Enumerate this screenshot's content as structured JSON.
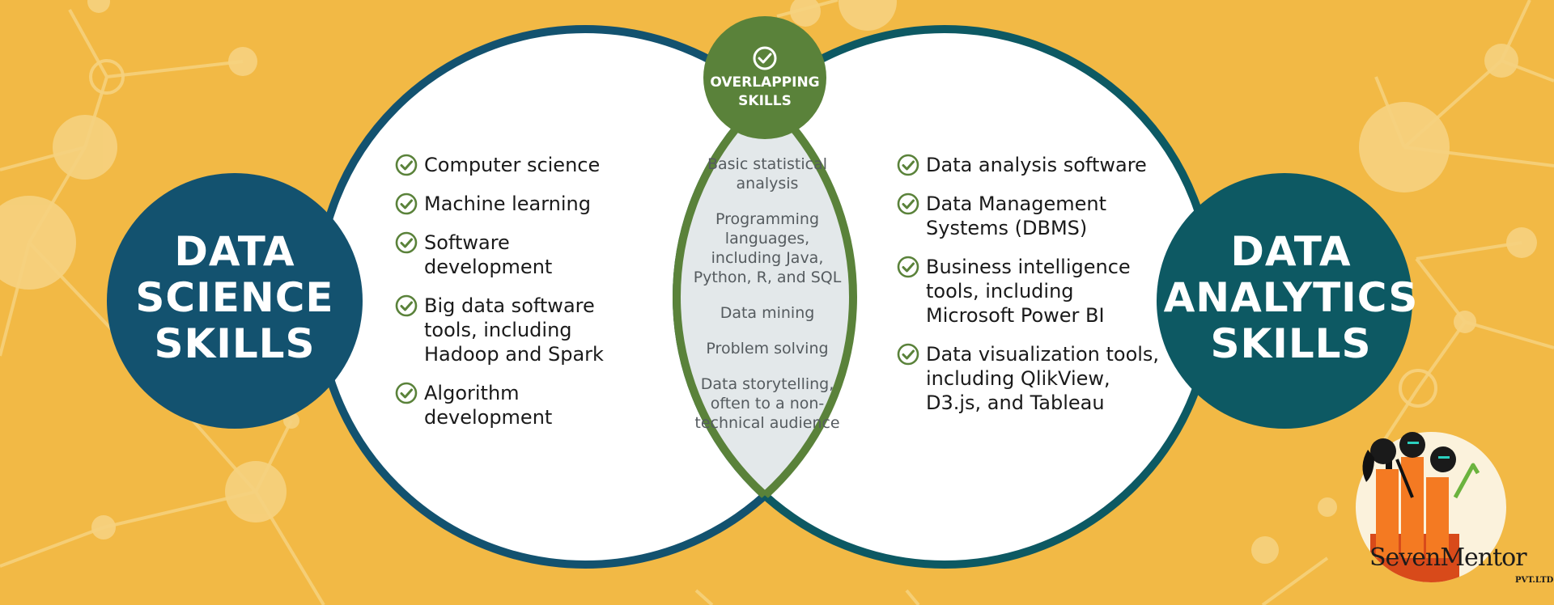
{
  "colors": {
    "background": "#f2b945",
    "data_science_circle": "#13526f",
    "data_analytics_circle": "#0d5963",
    "overlap_accent": "#5a823a",
    "overlap_fill": "#e3e8ea",
    "check": "#5a823a"
  },
  "data_science": {
    "title_line1": "DATA",
    "title_line2": "SCIENCE",
    "title_line3": "SKILLS",
    "items": [
      {
        "text": "Computer science",
        "icon": "check-circle-icon"
      },
      {
        "text": "Machine learning",
        "icon": "check-circle-icon"
      },
      {
        "text": "Software development",
        "icon": "check-circle-icon"
      },
      {
        "text": "Big data software tools, including Hadoop and Spark",
        "icon": "check-circle-icon"
      },
      {
        "text": "Algorithm development",
        "icon": "check-circle-icon"
      }
    ]
  },
  "overlap": {
    "title_line1": "OVERLAPPING",
    "title_line2": "SKILLS",
    "icon": "check-circle-icon",
    "items": [
      "Basic statistical analysis",
      "Programming languages, including Java, Python, R, and SQL",
      "Data mining",
      "Problem solving",
      "Data storytelling, often to a non-technical audience"
    ]
  },
  "data_analytics": {
    "title_line1": "DATA",
    "title_line2": "ANALYTICS",
    "title_line3": "SKILLS",
    "items": [
      {
        "text": "Data analysis software",
        "icon": "check-circle-icon"
      },
      {
        "text": "Data Management Systems (DBMS)",
        "icon": "check-circle-icon"
      },
      {
        "text": "Business intelligence tools, including Microsoft Power BI",
        "icon": "check-circle-icon"
      },
      {
        "text": "Data visualization tools, including QlikView, D3.js, and Tableau",
        "icon": "check-circle-icon"
      }
    ]
  },
  "brand": {
    "name": "SevenMentor",
    "suffix": "PVT.LTD",
    "logo_icon": "three-figures-bar-chart-logo"
  }
}
